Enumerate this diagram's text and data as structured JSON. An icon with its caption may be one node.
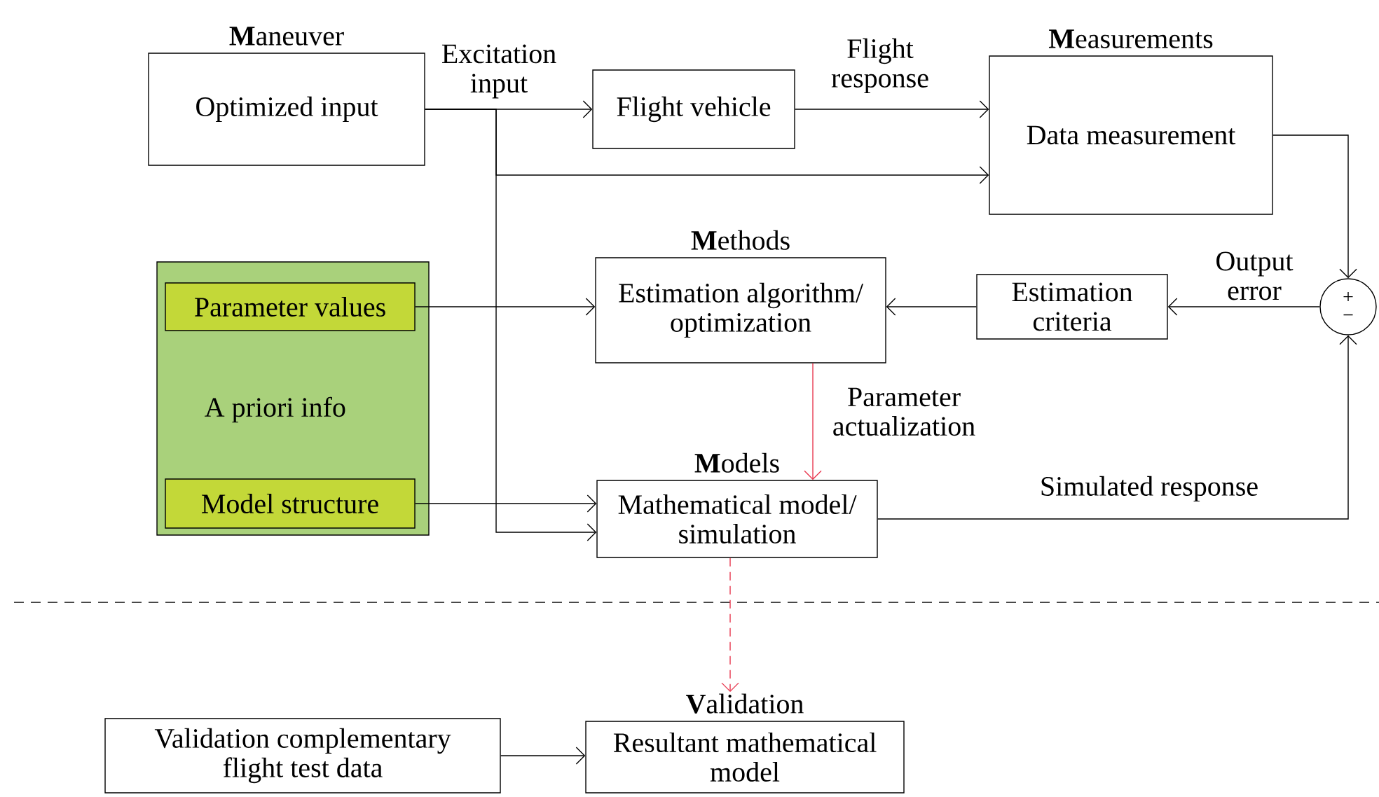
{
  "diagram": {
    "nodes": [
      {
        "text": [
          "**M**aneuver",
          "Optimized input"
        ]
      },
      {
        "text": [
          "Flight vehicle"
        ]
      },
      {
        "text": [
          "**M**easurements",
          "Data measurement"
        ]
      },
      {
        "text": [
          "A priori info"
        ]
      },
      {
        "text": [
          "Parameter values"
        ],
        "in": 3
      },
      {
        "text": [
          "Model structure"
        ],
        "in": 3
      },
      {
        "text": [
          "**M**ethods",
          "Estimation algorithm/ optimization"
        ]
      },
      {
        "text": [
          "Estimation criteria"
        ]
      },
      {
        "text": [
          "+",
          "−"
        ]
      },
      {
        "text": [
          "**M**odels",
          "Mathematical model/ simulation"
        ]
      },
      {
        "text": [
          "Validation complementary flight test data"
        ]
      },
      {
        "text": [
          "**V**alidation",
          "Resultant mathematical model"
        ]
      }
    ],
    "edges": [
      {
        "from": 0,
        "to": 1,
        "arrow": "to",
        "label": "Excitation input"
      },
      {
        "from": 0,
        "to": 2,
        "arrow": "to"
      },
      {
        "from": 0,
        "to": 9,
        "arrow": "to"
      },
      {
        "from": 1,
        "to": 2,
        "arrow": "to",
        "label": "Flight response"
      },
      {
        "from": 2,
        "to": 8,
        "arrow": "to"
      },
      {
        "from": 9,
        "to": 8,
        "arrow": "to",
        "label": "Simulated response"
      },
      {
        "from": 8,
        "to": 7,
        "arrow": "to",
        "label": "Output error"
      },
      {
        "from": 7,
        "to": 6,
        "arrow": "to"
      },
      {
        "from": 4,
        "to": 6,
        "arrow": "to"
      },
      {
        "from": 5,
        "to": 9,
        "arrow": "to"
      },
      {
        "from": 6,
        "to": 9,
        "arrow": "to",
        "label": "Parameter actualization",
        "color": "#e8384f"
      },
      {
        "from": 9,
        "to": 11,
        "arrow": "to",
        "style": "dashed",
        "color": "#e8384f"
      },
      {
        "from": 10,
        "to": 11,
        "arrow": "to"
      }
    ]
  }
}
